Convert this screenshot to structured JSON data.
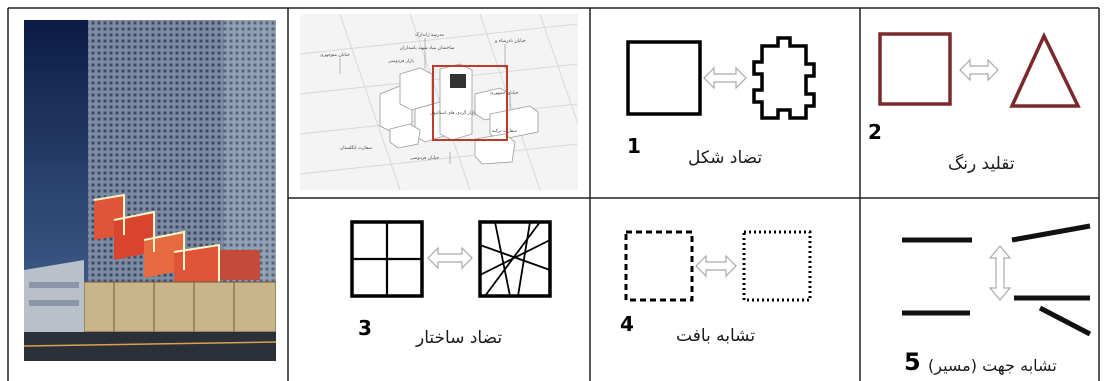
{
  "colors": {
    "sky_top": "#0d1f4a",
    "sky_bottom": "#3a5a8c",
    "facade": "#6f7f96",
    "orange_panel": "#e0553a",
    "map_highlight": "#c0392b",
    "color_square": "#7a2a2c",
    "grid_line": "#222222"
  },
  "photo": {
    "icon": "building-facade-photo"
  },
  "map": {
    "icon": "urban-axonometric-map",
    "labels": [
      "خیابان نادرشاه و",
      "مدرسه ژاندارک",
      "ساختمان بنیاد شهید پاسداران",
      "خیابان منوچهری",
      "بازار فردوسی",
      "خیابان جمهوری",
      "بازار گردی های استانبول",
      "سفارت ترکیه",
      "سفارت انگلستان",
      "خیابان فردوسی"
    ]
  },
  "panels": [
    {
      "id": 1,
      "number": "1",
      "label": "تضاد شکل"
    },
    {
      "id": 2,
      "number": "2",
      "label": "تقلید رنگ"
    },
    {
      "id": 3,
      "number": "3",
      "label": "تضاد ساختار"
    },
    {
      "id": 4,
      "number": "4",
      "label": "تشابه بافت"
    },
    {
      "id": 5,
      "number": "5",
      "label": "تشابه جهت (مسیر)"
    }
  ]
}
